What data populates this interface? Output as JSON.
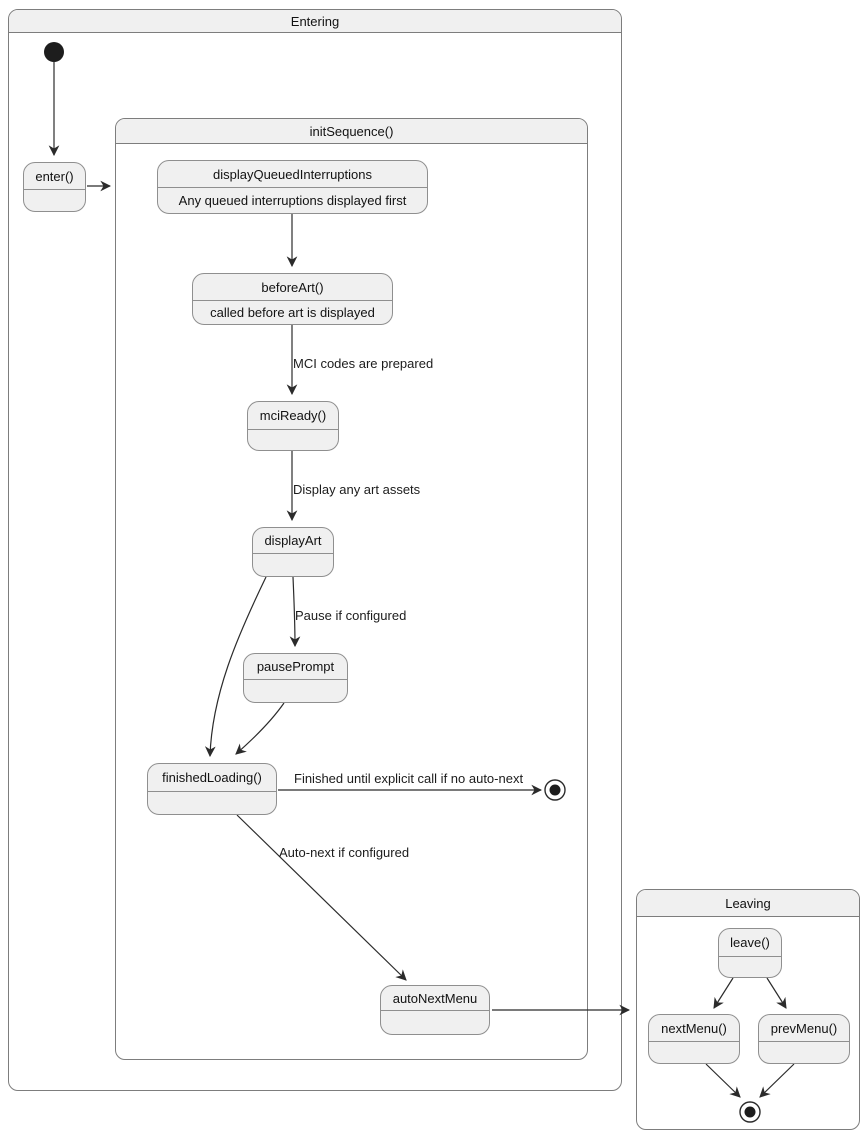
{
  "diagram_type": "uml-state-diagram",
  "containers": {
    "entering": {
      "title": "Entering"
    },
    "init_sequence": {
      "title": "initSequence()"
    },
    "leaving": {
      "title": "Leaving"
    }
  },
  "states": {
    "enter": {
      "title": "enter()"
    },
    "display_queued_interruptions": {
      "title": "displayQueuedInterruptions",
      "description": "Any queued interruptions displayed first"
    },
    "before_art": {
      "title": "beforeArt()",
      "description": "called before art is displayed"
    },
    "mci_ready": {
      "title": "mciReady()"
    },
    "display_art": {
      "title": "displayArt"
    },
    "pause_prompt": {
      "title": "pausePrompt"
    },
    "finished_loading": {
      "title": "finishedLoading()"
    },
    "auto_next_menu": {
      "title": "autoNextMenu"
    },
    "leave": {
      "title": "leave()"
    },
    "next_menu": {
      "title": "nextMenu()"
    },
    "prev_menu": {
      "title": "prevMenu()"
    }
  },
  "edge_labels": {
    "mci_codes": "MCI codes are prepared",
    "display_assets": "Display any art assets",
    "pause": "Pause if configured",
    "finished": "Finished until explicit call if no auto-next",
    "auto_next": "Auto-next if configured"
  },
  "icons": {
    "initial_state": "filled-circle",
    "final_state": "bullseye-circle"
  },
  "colors": {
    "state_fill": "#f0f0f0",
    "container_title_fill": "#f0f0f0",
    "container_border": "#7d7d7d",
    "state_border": "#8f8f8f",
    "line": "#2b2b2b",
    "text": "#121212",
    "background": "#ffffff"
  }
}
